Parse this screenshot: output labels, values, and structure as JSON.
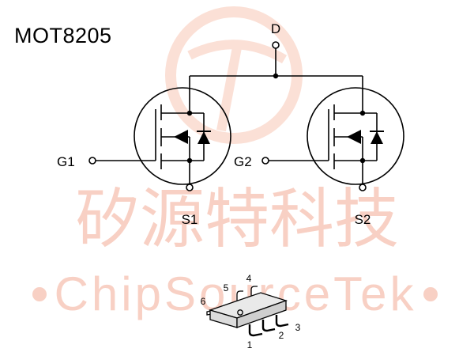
{
  "part_number": "MOT8205",
  "watermark": {
    "chinese": "矽源特科技",
    "latin": "ChipSourceTek",
    "color": "#f6c9bd"
  },
  "pins": {
    "drain": "D",
    "gate1": "G1",
    "source1": "S1",
    "gate2": "G2",
    "source2": "S2"
  },
  "package_pins": [
    "1",
    "2",
    "3",
    "4",
    "5",
    "6"
  ],
  "colors": {
    "line": "#000000",
    "package_body": "#e9e9e9"
  }
}
